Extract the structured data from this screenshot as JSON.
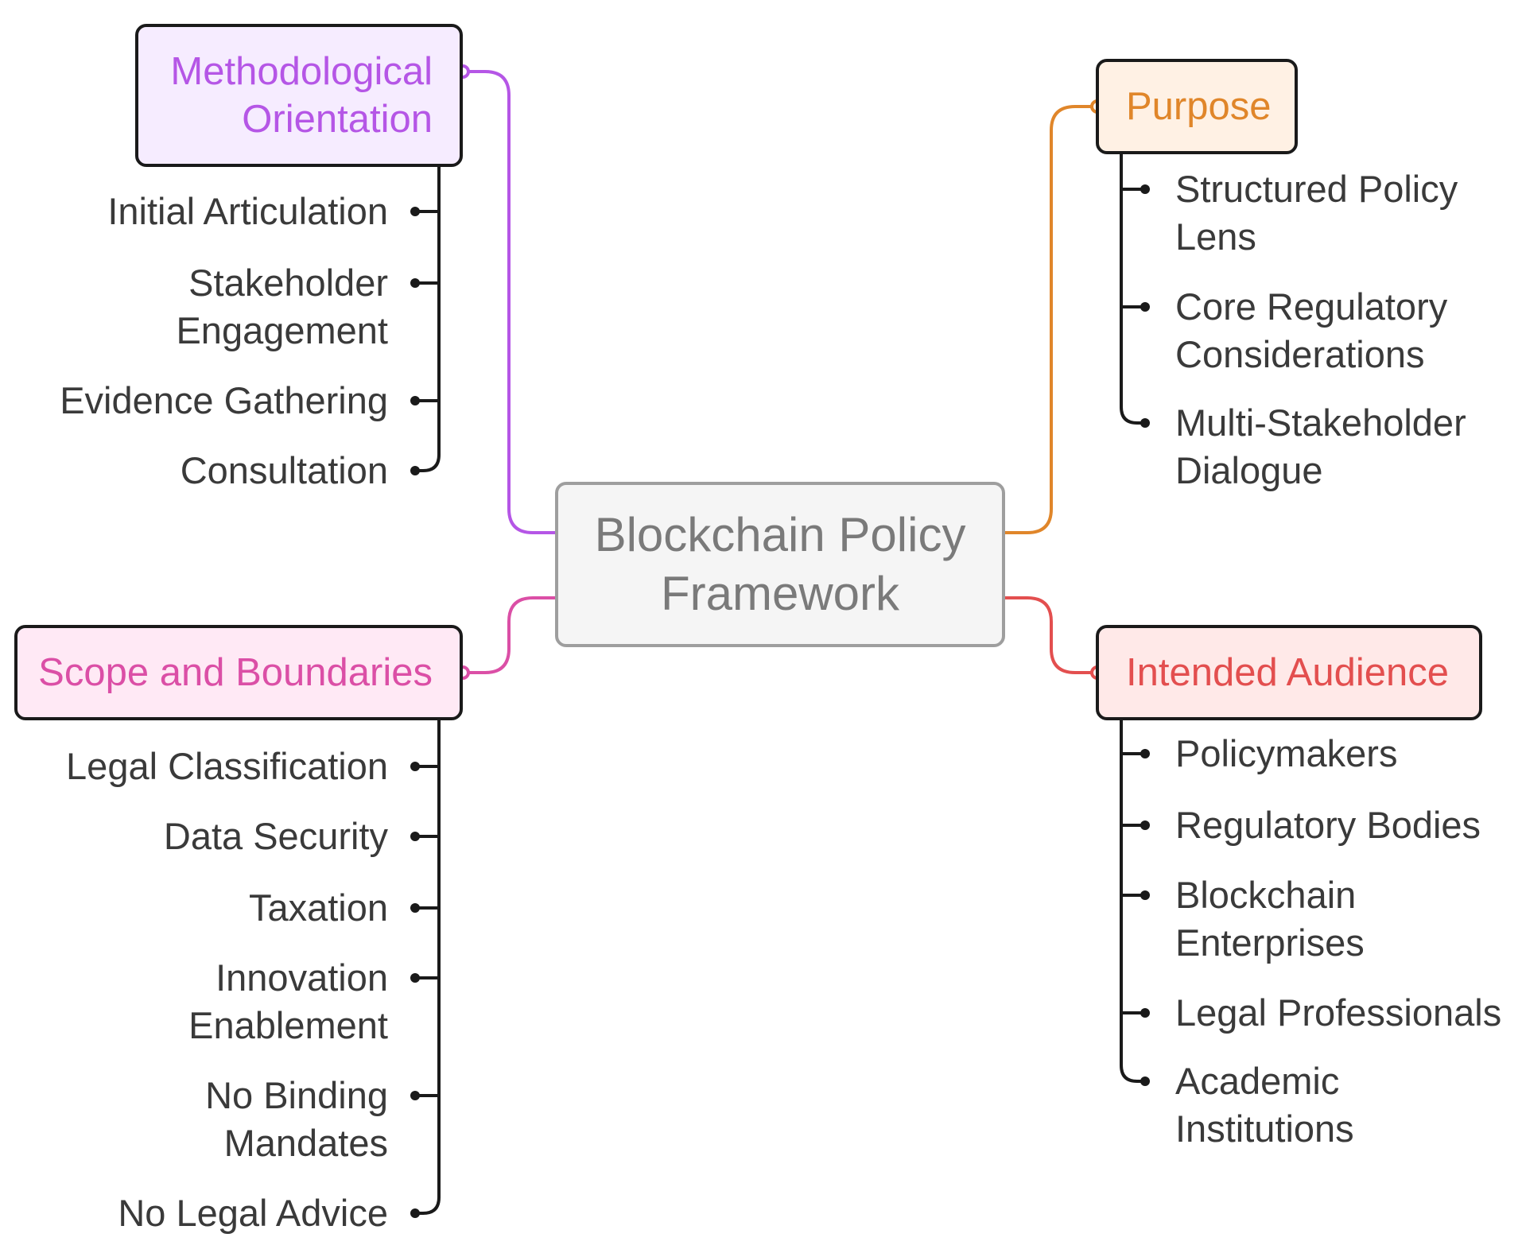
{
  "center": {
    "title": "Blockchain Policy Framework"
  },
  "branches": {
    "methodological": {
      "title": "Methodological Orientation",
      "color": "#b556e6",
      "items": [
        "Initial Articulation",
        "Stakeholder Engagement",
        "Evidence Gathering",
        "Consultation"
      ]
    },
    "purpose": {
      "title": "Purpose",
      "color": "#e0862a",
      "items": [
        "Structured Policy Lens",
        "Core Regulatory Considerations",
        "Multi-Stakeholder Dialogue"
      ]
    },
    "scope": {
      "title": "Scope and Boundaries",
      "color": "#db4fa6",
      "items": [
        "Legal Classification",
        "Data Security",
        "Taxation",
        "Innovation Enablement",
        "No Binding Mandates",
        "No Legal Advice"
      ]
    },
    "audience": {
      "title": "Intended Audience",
      "color": "#e34f4f",
      "items": [
        "Policymakers",
        "Regulatory Bodies",
        "Blockchain Enterprises",
        "Legal Professionals",
        "Academic Institutions"
      ]
    }
  }
}
